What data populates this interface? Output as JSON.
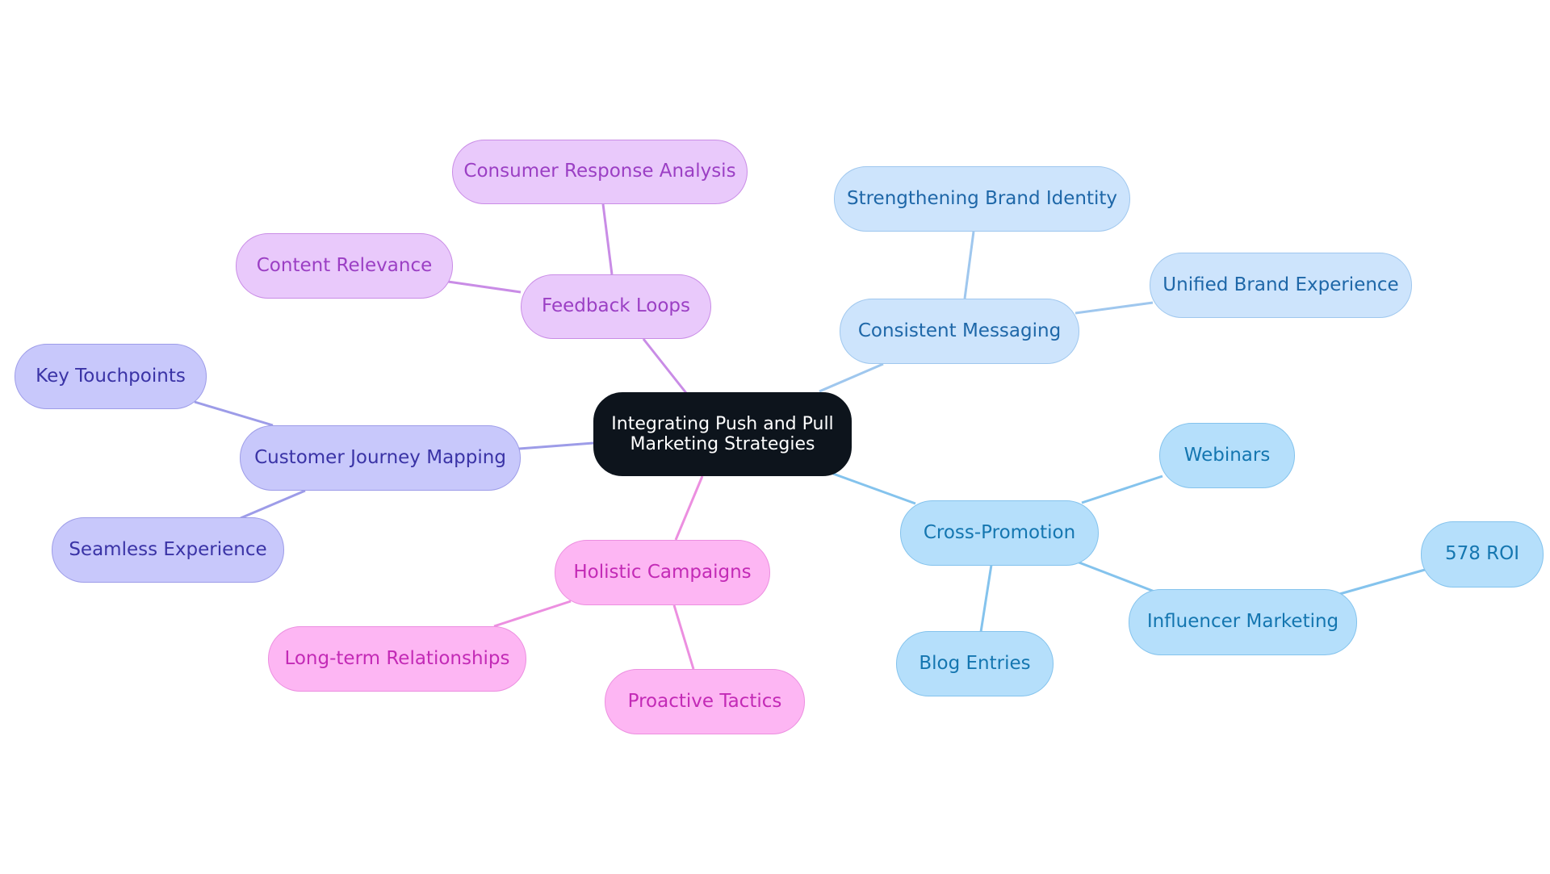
{
  "mindmap": {
    "root": {
      "label": "Integrating Push and Pull Marketing Strategies",
      "color": "#0d141c"
    },
    "branches": [
      {
        "id": "feedback",
        "label": "Feedback Loops",
        "color": "#c98ce6",
        "children": [
          {
            "id": "consumer-response",
            "label": "Consumer Response Analysis"
          },
          {
            "id": "content-relevance",
            "label": "Content Relevance"
          }
        ]
      },
      {
        "id": "journey",
        "label": "Customer Journey Mapping",
        "color": "#9d9ce8",
        "children": [
          {
            "id": "key-touchpoints",
            "label": "Key Touchpoints"
          },
          {
            "id": "seamless-experience",
            "label": "Seamless Experience"
          }
        ]
      },
      {
        "id": "holistic",
        "label": "Holistic Campaigns",
        "color": "#ec8fe0",
        "children": [
          {
            "id": "long-term",
            "label": "Long-term Relationships"
          },
          {
            "id": "proactive",
            "label": "Proactive Tactics"
          }
        ]
      },
      {
        "id": "consistent",
        "label": "Consistent Messaging",
        "color": "#9fc7ee",
        "children": [
          {
            "id": "brand-identity",
            "label": "Strengthening Brand Identity"
          },
          {
            "id": "unified-experience",
            "label": "Unified Brand Experience"
          }
        ]
      },
      {
        "id": "cross-promo",
        "label": "Cross-Promotion",
        "color": "#84c3ed",
        "children": [
          {
            "id": "webinars",
            "label": "Webinars"
          },
          {
            "id": "blog-entries",
            "label": "Blog Entries"
          },
          {
            "id": "influencer",
            "label": "Influencer Marketing",
            "children": [
              {
                "id": "roi",
                "label": "578 ROI"
              }
            ]
          }
        ]
      }
    ]
  }
}
